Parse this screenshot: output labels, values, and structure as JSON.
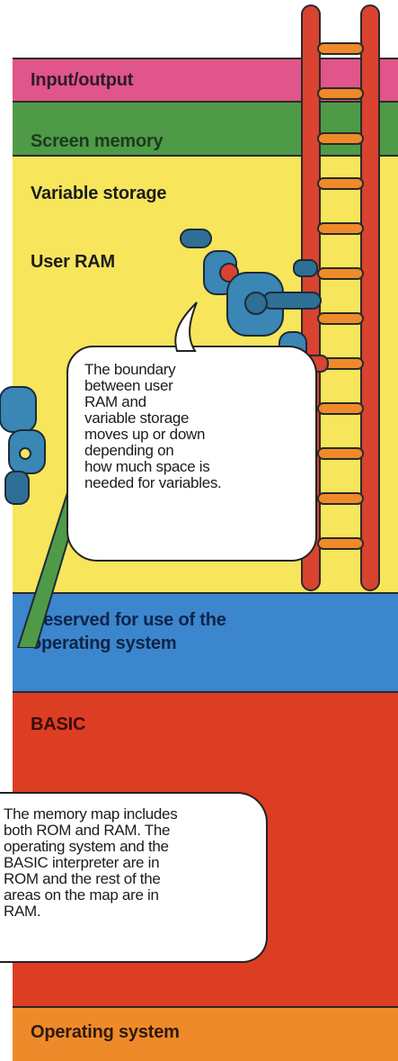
{
  "memory_map": {
    "areas": [
      {
        "label": "Input/output",
        "color": "#e0558a",
        "text_color": "#2d1a2f"
      },
      {
        "label": "Screen memory",
        "color": "#4f9a47",
        "text_color": "#1d3a20"
      },
      {
        "label": "Variable storage",
        "color": "#f7e55c",
        "text_color": "#1c1c1c"
      },
      {
        "label": "User RAM",
        "color": "#f7e55c",
        "text_color": "#1c1c1c"
      },
      {
        "label": "Reserved for use of the\noperating system",
        "color": "#3b86cd",
        "text_color": "#0f2448"
      },
      {
        "label": "BASIC",
        "color": "#dd3d23",
        "text_color": "#3b0d0d"
      },
      {
        "label": "Operating system",
        "color": "#ef8a2a",
        "text_color": "#2d1a0f"
      }
    ]
  },
  "callouts": {
    "boundary_note": "The boundary\nbetween user\nRAM and\nvariable storage\nmoves up or down\ndepending on\nhow much space is\nneeded for variables.",
    "memory_map_note": "The memory map includes\nboth ROM and RAM. The\noperating system and the\nBASIC interpreter are in\nROM and the rest of the\nareas on the map are in\nRAM."
  },
  "illustration": {
    "ladder_icon": "ladder-icon",
    "robot_icon": "robot-icon",
    "ladder_color": "#d9432f",
    "rung_color": "#ef8a2a",
    "robot_color": "#3a86b4"
  }
}
